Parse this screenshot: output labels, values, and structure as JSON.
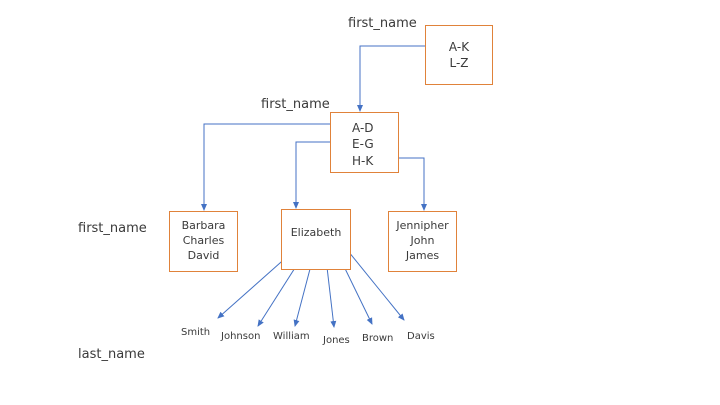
{
  "labels": {
    "root": "first_name",
    "level2": "first_name",
    "level3": "first_name",
    "leaf_level": "last_name"
  },
  "root_node": {
    "keys": [
      "A-K",
      "L-Z"
    ]
  },
  "branch_node": {
    "keys": [
      "A-D",
      "E-G",
      "H-K"
    ]
  },
  "leaf_nodes": [
    {
      "values": [
        "Barbara",
        "Charles",
        "David"
      ]
    },
    {
      "values": [
        "Elizabeth"
      ]
    },
    {
      "values": [
        "Jennipher",
        "John",
        "James"
      ]
    }
  ],
  "last_names": [
    "Smith",
    "Johnson",
    "William",
    "Jones",
    "Brown",
    "Davis"
  ],
  "colors": {
    "node_border": "#e0823a",
    "arrow": "#4472c4",
    "text": "#3a3a3a"
  }
}
